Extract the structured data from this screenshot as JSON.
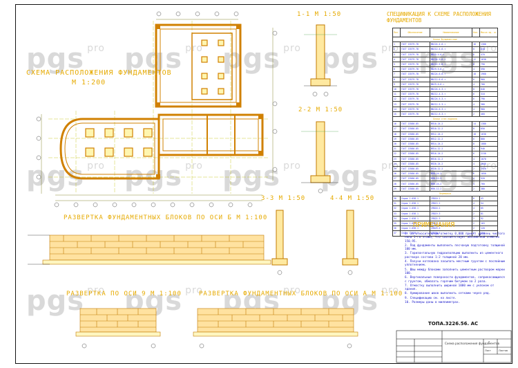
{
  "watermark": {
    "brand": "pgs",
    "suffix": "pro"
  },
  "titles": {
    "plan": "СХЕМА РАСПОЛОЖЕНИЯ ФУНДАМЕНТОВ",
    "plan_scale": "М 1:200",
    "sec11": "1-1 М 1:50",
    "sec22": "2-2 М 1:50",
    "sec33": "3-3 М 1:50",
    "sec44": "4-4 М 1:50",
    "spec": "СПЕЦИФИКАЦИЯ К СХЕМЕ РАСПОЛОЖЕНИЯ ФУНДАМЕНТОВ",
    "dev_b": "РАЗВЕРТКА ФУНДАМЕНТНЫХ БЛОКОВ ПО ОСИ Б М 1:100",
    "dev_9": "РАЗВЕРТКА ПО ОСИ 9 М 1:100",
    "dev_a": "РАЗВЕРТКА ФУНДАМЕНТНЫХ БЛОКОВ ПО ОСИ А М 1:100",
    "notes": "ПРИМЕЧАНИЯ"
  },
  "spec_table": {
    "headers": [
      "Поз.",
      "Обозначение",
      "Наименование",
      "Кол.",
      "Масса ед. кг"
    ],
    "groups": [
      "Блоки фундаментные",
      "Блоки стен подвала",
      "Перемычки"
    ],
    "rows": [
      [
        "1",
        "ГОСТ 13579-78",
        "ФБС24.4.6-т",
        "16",
        "1300"
      ],
      [
        "2",
        "ГОСТ 13579-78",
        "ФБС12.4.6-т",
        "8",
        "640"
      ],
      [
        "3",
        "ГОСТ 13579-78",
        "ФБС9.4.6-т",
        "6",
        "470"
      ],
      [
        "4",
        "ГОСТ 13579-78",
        "ФБС24.5.6-т",
        "12",
        "1630"
      ],
      [
        "5",
        "ГОСТ 13579-78",
        "ФБС12.5.6-т",
        "6",
        "790"
      ],
      [
        "6",
        "ГОСТ 13579-78",
        "ФБС9.5.6-т",
        "4",
        "590"
      ],
      [
        "7",
        "ГОСТ 13579-78",
        "ФБС24.6.6-т",
        "10",
        "1960"
      ],
      [
        "8",
        "ГОСТ 13579-78",
        "ФБС12.6.6-т",
        "6",
        "960"
      ],
      [
        "9",
        "ГОСТ 13579-78",
        "ФБС9.6.6-т",
        "4",
        "700"
      ],
      [
        "10",
        "ГОСТ 13579-78",
        "ФБС24.4.3-т",
        "8",
        "640"
      ],
      [
        "11",
        "ГОСТ 13579-78",
        "ФБС12.4.3-т",
        "6",
        "310"
      ],
      [
        "12",
        "ГОСТ 13579-78",
        "ФБС24.5.3-т",
        "6",
        "790"
      ],
      [
        "13",
        "ГОСТ 13579-78",
        "ФБС12.5.3-т",
        "4",
        "380"
      ],
      [
        "14",
        "ГОСТ 13579-78",
        "ФБС24.6.3-т",
        "4",
        "960"
      ],
      [
        "15",
        "ГОСТ 13579-78",
        "ФБС12.6.3-т",
        "2",
        "460"
      ],
      [
        "16",
        "ГОСТ 13580-85",
        "ФЛ10.24-2",
        "14",
        "1380"
      ],
      [
        "17",
        "ГОСТ 13580-85",
        "ФЛ10.12-2",
        "8",
        "650"
      ],
      [
        "18",
        "ГОСТ 13580-85",
        "ФЛ12.24-2",
        "10",
        "1630"
      ],
      [
        "19",
        "ГОСТ 13580-85",
        "ФЛ12.12-2",
        "6",
        "800"
      ],
      [
        "20",
        "ГОСТ 13580-85",
        "ФЛ14.24-2",
        "8",
        "1880"
      ],
      [
        "21",
        "ГОСТ 13580-85",
        "ФЛ14.12-2",
        "4",
        "940"
      ],
      [
        "22",
        "ГОСТ 13580-85",
        "ФЛ16.24-2",
        "6",
        "2150"
      ],
      [
        "23",
        "ГОСТ 13580-85",
        "ФЛ16.12-2",
        "4",
        "1070"
      ],
      [
        "24",
        "ГОСТ 13580-85",
        "ФЛ20.24-2",
        "4",
        "2640"
      ],
      [
        "25",
        "ГОСТ 13580-85",
        "ФЛ20.12-2",
        "2",
        "1320"
      ],
      [
        "26",
        "ГОСТ 13580-85",
        "ФЛ8.24-2",
        "6",
        "1050"
      ],
      [
        "27",
        "ГОСТ 13580-85",
        "ФЛ8.12-2",
        "4",
        "520"
      ],
      [
        "28",
        "ГОСТ 13580-85",
        "ФЛ6.24-2",
        "4",
        "760"
      ],
      [
        "29",
        "ГОСТ 13580-85",
        "ФЛ6.12-2",
        "2",
        "380"
      ],
      [
        "30",
        "Серия 1.038.1",
        "2ПБ10-1",
        "6",
        "43"
      ],
      [
        "31",
        "Серия 1.038.1",
        "2ПБ13-1",
        "4",
        "54"
      ],
      [
        "32",
        "Серия 1.038.1",
        "2ПБ16-2",
        "4",
        "65"
      ],
      [
        "33",
        "Серия 1.038.1",
        "2ПБ19-3",
        "2",
        "81"
      ],
      [
        "34",
        "Серия 1.038.1",
        "2ПБ22-3",
        "2",
        "92"
      ],
      [
        "35",
        "Серия 1.038.1",
        "2ПБ25-3",
        "2",
        "103"
      ],
      [
        "36",
        "Серия 1.038.1",
        "2ПБ29-4",
        "2",
        "120"
      ],
      [
        "37",
        "Серия 1.038.1",
        "2ПБ30-4",
        "2",
        "124"
      ]
    ]
  },
  "notes": [
    "1. За относительную отметку 0,000 принят уровень чистого пола 1-го этажа, что соответствует абсолютной отметке 150,95.",
    "2. Под фундаменты выполнить песчаную подготовку толщиной 100 мм.",
    "3. Горизонтальную гидроизоляцию выполнить из цементного раствора состава 1:2 толщиной 20 мм.",
    "4. Пазухи котлована засыпать местным грунтом с послойным уплотнением.",
    "5. Швы между блоками заполнить цементным раствором марки 100.",
    "6. Вертикальные поверхности фундаментов, соприкасающиеся с грунтом, обмазать горячим битумом за 2 раза.",
    "7. Отмостку выполнить шириной 1000 мм с уклоном от здания.",
    "8. Армирование швов выполнить сетками через ряд.",
    "9. Спецификацию см. на листе.",
    "10. Размеры даны в миллиметрах."
  ],
  "stamp": {
    "code": "ТОПА.3226.56. АС",
    "sheet_label": "Лист",
    "sheets_label": "Листов",
    "stage": "Р",
    "title": "Схема расположения фундаментов"
  }
}
